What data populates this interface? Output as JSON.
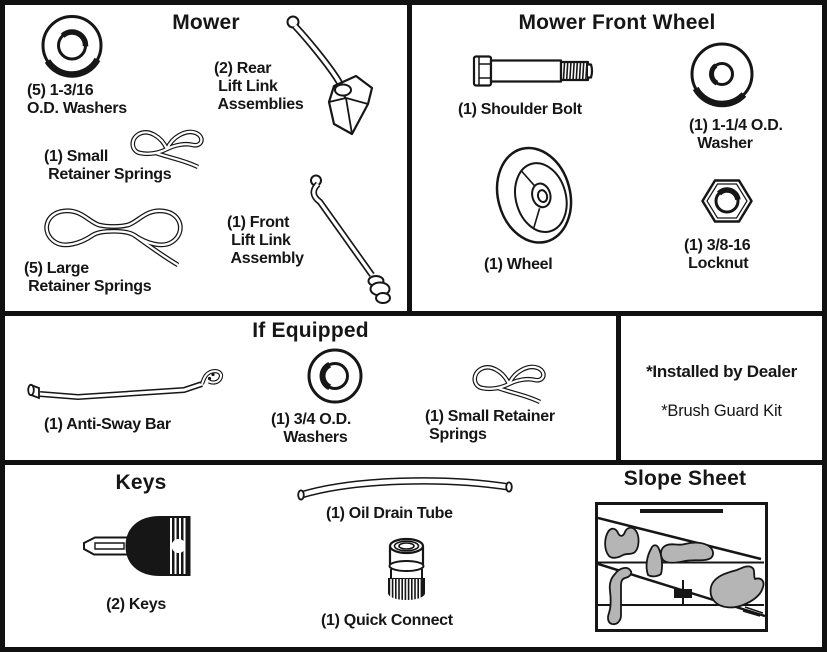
{
  "colors": {
    "ink": "#161616",
    "paper": "#ffffff",
    "terrain_gray": "#b5b5b5"
  },
  "sections": {
    "mower": {
      "title": "Mower",
      "washers_label": "(5) 1-3/16\nO.D. Washers",
      "rear_link_label": "(2) Rear\n Lift Link\n Assemblies",
      "small_spring_label": "(1) Small\n Retainer Springs",
      "large_spring_label": "(5) Large\n Retainer Springs",
      "front_link_label": "(1) Front\n Lift Link\n Assembly",
      "icons": [
        "washer-icon",
        "rear-lift-link-icon",
        "small-retainer-spring-icon",
        "large-retainer-spring-icon",
        "front-lift-link-icon"
      ]
    },
    "front_wheel": {
      "title": "Mower Front Wheel",
      "bolt_label": "(1) Shoulder Bolt",
      "washer_label": "(1) 1-1/4 O.D.\n  Washer",
      "wheel_label": "(1) Wheel",
      "locknut_label": "(1) 3/8-16\n Locknut",
      "icons": [
        "shoulder-bolt-icon",
        "washer-icon",
        "wheel-icon",
        "locknut-icon"
      ]
    },
    "if_equipped": {
      "title": "If Equipped",
      "bar_label": "(1) Anti-Sway Bar",
      "washer_label": "(1) 3/4 O.D.\n   Washers",
      "spring_label": "(1) Small Retainer\n Springs",
      "icons": [
        "anti-sway-bar-icon",
        "washer-icon",
        "small-retainer-spring-icon"
      ]
    },
    "dealer": {
      "heading": "*Installed by Dealer",
      "item": "*Brush Guard Kit"
    },
    "bottom": {
      "keys_title": "Keys",
      "keys_label": "(2) Keys",
      "oil_tube_label": "(1) Oil Drain Tube",
      "quick_connect_label": "(1) Quick Connect",
      "slope_title": "Slope Sheet",
      "icons": [
        "key-icon",
        "oil-drain-tube-icon",
        "quick-connect-icon",
        "slope-sheet-illustration"
      ]
    }
  }
}
